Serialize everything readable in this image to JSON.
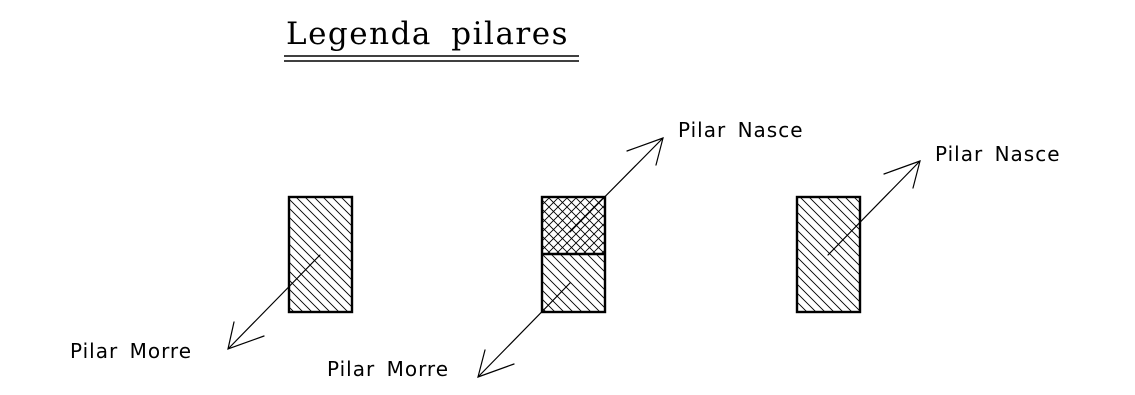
{
  "title": "Legenda pilares",
  "colors": {
    "line": "#000000",
    "background": "#ffffff"
  },
  "legend_items": [
    {
      "id": "morre",
      "hatch": "diagonal-down",
      "labels": [
        {
          "text": "Pilar Morre"
        }
      ]
    },
    {
      "id": "passa",
      "hatch": "cross-top-diagonal-bottom",
      "labels": [
        {
          "text": "Pilar Nasce"
        },
        {
          "text": "Pilar Morre"
        }
      ]
    },
    {
      "id": "nasce",
      "hatch": "diagonal-down",
      "labels": [
        {
          "text": "Pilar Nasce"
        }
      ]
    }
  ]
}
